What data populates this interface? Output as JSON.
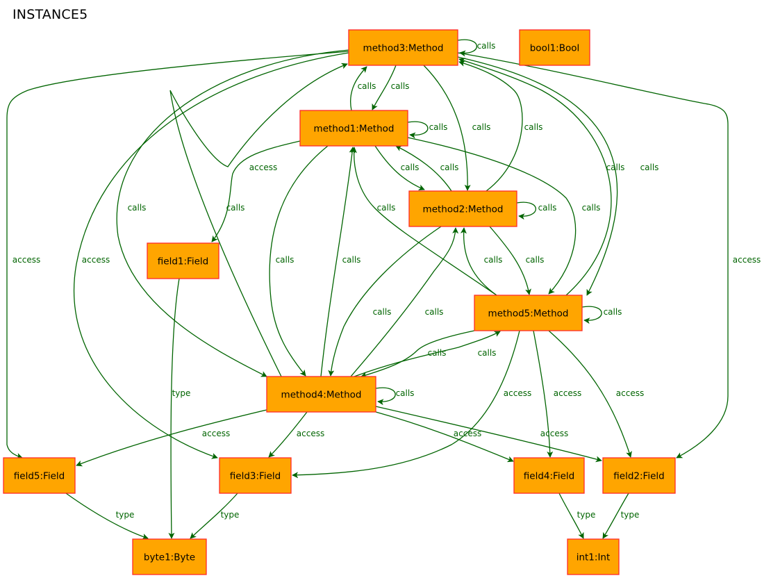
{
  "title": "INSTANCE5",
  "colors": {
    "node_fill": "#ffa500",
    "node_border": "#ff2a2a",
    "edge": "#006400",
    "edge_label": "#006400"
  },
  "nodes": [
    {
      "id": "method3",
      "label": "method3:Method"
    },
    {
      "id": "bool1",
      "label": "bool1:Bool"
    },
    {
      "id": "method1",
      "label": "method1:Method"
    },
    {
      "id": "method2",
      "label": "method2:Method"
    },
    {
      "id": "field1",
      "label": "field1:Field"
    },
    {
      "id": "method5",
      "label": "method5:Method"
    },
    {
      "id": "method4",
      "label": "method4:Method"
    },
    {
      "id": "field5",
      "label": "field5:Field"
    },
    {
      "id": "field3",
      "label": "field3:Field"
    },
    {
      "id": "field4",
      "label": "field4:Field"
    },
    {
      "id": "field2",
      "label": "field2:Field"
    },
    {
      "id": "byte1",
      "label": "byte1:Byte"
    },
    {
      "id": "int1",
      "label": "int1:Int"
    }
  ],
  "edges": [
    {
      "from": "method3",
      "to": "method3",
      "label": "calls"
    },
    {
      "from": "method3",
      "to": "method1",
      "label": "calls"
    },
    {
      "from": "method1",
      "to": "method3",
      "label": "calls"
    },
    {
      "from": "method3",
      "to": "method2",
      "label": "calls"
    },
    {
      "from": "method2",
      "to": "method3",
      "label": "calls"
    },
    {
      "from": "method3",
      "to": "method5",
      "label": "calls"
    },
    {
      "from": "method5",
      "to": "method3",
      "label": "calls"
    },
    {
      "from": "method3",
      "to": "method4",
      "label": "calls"
    },
    {
      "from": "method4",
      "to": "method3",
      "label": "calls"
    },
    {
      "from": "method3",
      "to": "field5",
      "label": "access"
    },
    {
      "from": "method3",
      "to": "field3",
      "label": "access"
    },
    {
      "from": "method3",
      "to": "field2",
      "label": "access"
    },
    {
      "from": "method1",
      "to": "method1",
      "label": "calls"
    },
    {
      "from": "method1",
      "to": "method2",
      "label": "calls"
    },
    {
      "from": "method2",
      "to": "method1",
      "label": "calls"
    },
    {
      "from": "method1",
      "to": "field1",
      "label": "access"
    },
    {
      "from": "method1",
      "to": "method4",
      "label": "calls"
    },
    {
      "from": "method4",
      "to": "method1",
      "label": "calls"
    },
    {
      "from": "method1",
      "to": "method5",
      "label": "calls"
    },
    {
      "from": "method5",
      "to": "method1",
      "label": "calls"
    },
    {
      "from": "method2",
      "to": "method2",
      "label": "calls"
    },
    {
      "from": "method2",
      "to": "method5",
      "label": "calls"
    },
    {
      "from": "method5",
      "to": "method2",
      "label": "calls"
    },
    {
      "from": "method2",
      "to": "method4",
      "label": "calls"
    },
    {
      "from": "method4",
      "to": "method2",
      "label": "calls"
    },
    {
      "from": "method5",
      "to": "method5",
      "label": "calls"
    },
    {
      "from": "method5",
      "to": "method4",
      "label": "calls"
    },
    {
      "from": "method4",
      "to": "method5",
      "label": "calls"
    },
    {
      "from": "method5",
      "to": "field3",
      "label": "access"
    },
    {
      "from": "method5",
      "to": "field4",
      "label": "access"
    },
    {
      "from": "method5",
      "to": "field2",
      "label": "access"
    },
    {
      "from": "method4",
      "to": "method4",
      "label": "calls"
    },
    {
      "from": "method4",
      "to": "field5",
      "label": "access"
    },
    {
      "from": "method4",
      "to": "field3",
      "label": "access"
    },
    {
      "from": "method4",
      "to": "field4",
      "label": "access"
    },
    {
      "from": "method4",
      "to": "field2",
      "label": "access"
    },
    {
      "from": "field1",
      "to": "byte1",
      "label": "type"
    },
    {
      "from": "field5",
      "to": "byte1",
      "label": "type"
    },
    {
      "from": "field3",
      "to": "byte1",
      "label": "type"
    },
    {
      "from": "field4",
      "to": "int1",
      "label": "type"
    },
    {
      "from": "field2",
      "to": "int1",
      "label": "type"
    }
  ]
}
